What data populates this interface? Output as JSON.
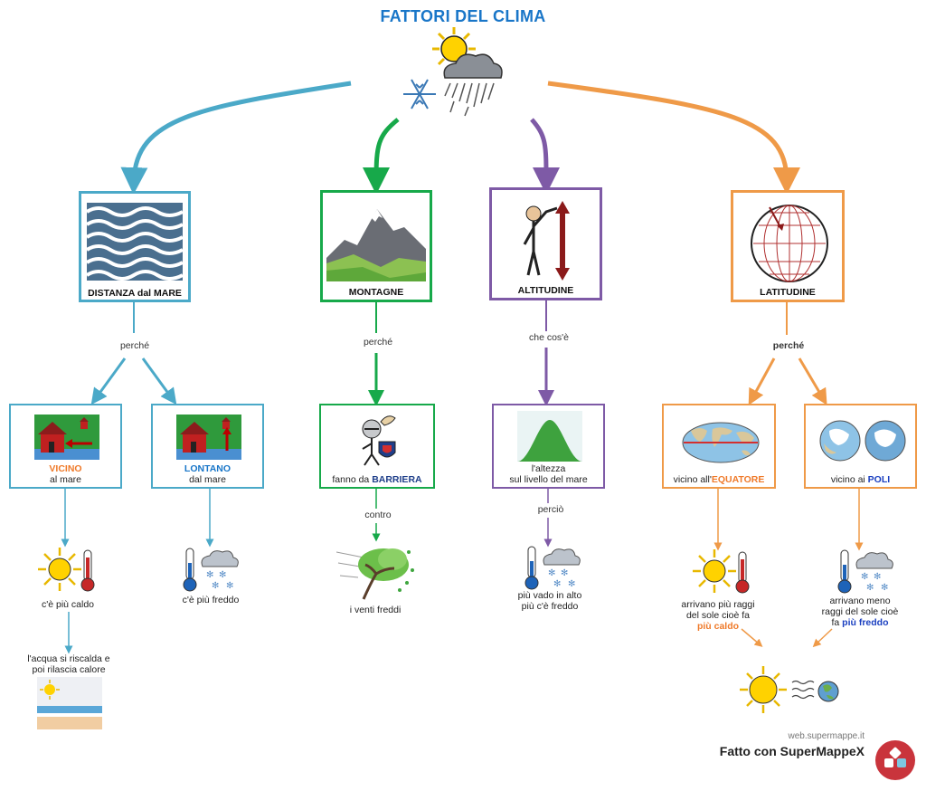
{
  "title": "FATTORI DEL CLIMA",
  "colors": {
    "blue": "#4ba9c8",
    "green": "#17a94a",
    "purple": "#7e5aa6",
    "orange": "#ef9a48",
    "title": "#1976c8"
  },
  "branches": {
    "distanza": {
      "label": "DISTANZA dal MARE",
      "link": "perché",
      "vicino": {
        "key": "VICINO",
        "rest": "al mare"
      },
      "lontano": {
        "key": "LONTANO",
        "rest": "dal mare"
      },
      "caldo": "c'è più caldo",
      "freddo": "c'è più freddo",
      "acqua_1": "l'acqua si riscalda e",
      "acqua_2": "poi rilascia calore"
    },
    "montagne": {
      "label": "MONTAGNE",
      "link": "perché",
      "barriera_pre": "fanno da",
      "barriera_key": "BARRIERA",
      "link2": "contro",
      "venti": "i venti freddi"
    },
    "altitudine": {
      "label": "ALTITUDINE",
      "link": "che cos'è",
      "altezza_1": "l'altezza",
      "altezza_2": "sul livello del mare",
      "link2": "perciò",
      "alto_1": "più vado in alto",
      "alto_2": "più c'è freddo"
    },
    "latitudine": {
      "label": "LATITUDINE",
      "link": "perché",
      "equatore_pre": "vicino all'",
      "equatore_key": "EQUATORE",
      "poli_pre": "vicino ai",
      "poli_key": "POLI",
      "caldo_1": "arrivano più raggi",
      "caldo_2": "del sole cioè fa",
      "caldo_key": "più caldo",
      "freddo_1": "arrivano meno",
      "freddo_2": "raggi del sole cioè",
      "freddo_pre": "fa",
      "freddo_key": "più freddo"
    }
  },
  "footer": {
    "url": "web.supermappe.it",
    "brand": "Fatto con SuperMappeX"
  }
}
